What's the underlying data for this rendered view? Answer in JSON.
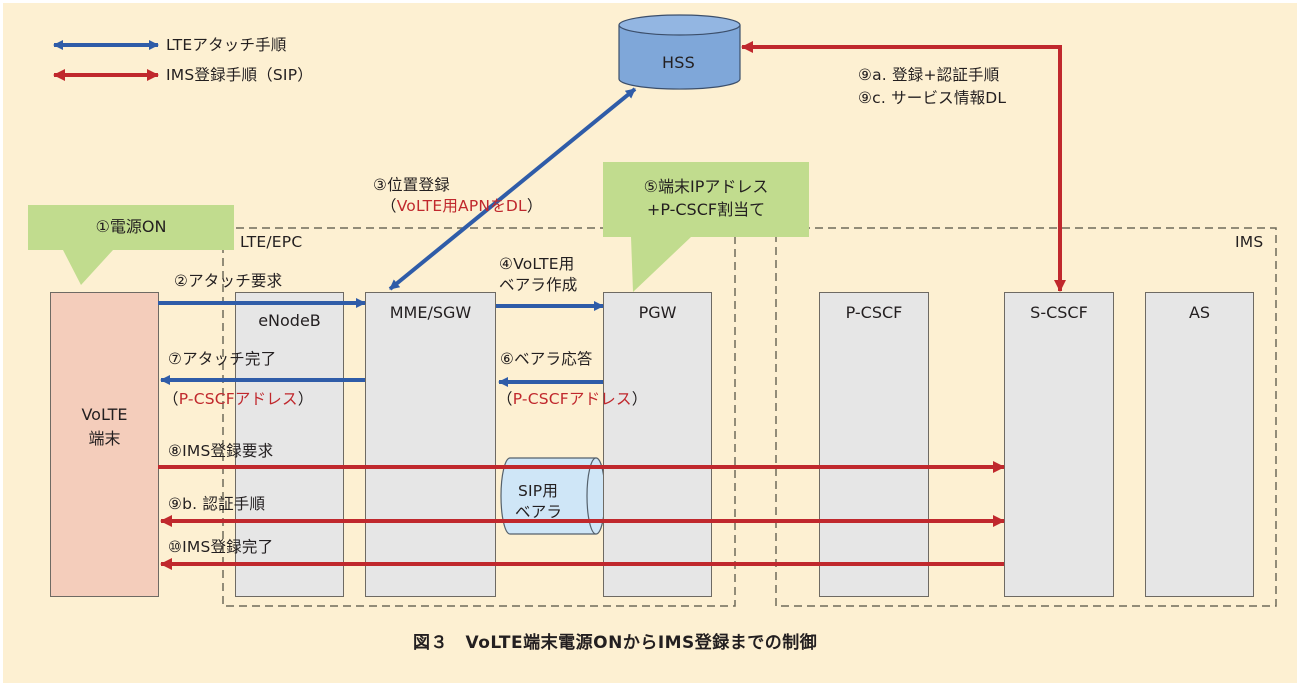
{
  "legend": [
    {
      "label": "LTEアタッチ手順",
      "color": "#2f5ca8"
    },
    {
      "label": "IMS登録手順（SIP）",
      "color": "#c0282d"
    }
  ],
  "colors": {
    "background": "#fdf0d2",
    "lte_arrow": "#2f5ca8",
    "ims_arrow": "#c0282d",
    "callout": "#c1dc8e",
    "node": "#e6e6e6",
    "terminal": "#f4cdbb",
    "hss": "#7fa7d9",
    "sip_bearer": "#cfe6f7"
  },
  "domains": {
    "lte_epc": "LTE/EPC",
    "ims": "IMS"
  },
  "nodes": {
    "hss": "HSS",
    "terminal_line1": "VoLTE",
    "terminal_line2": "端末",
    "enodeb": "eNodeB",
    "mme_sgw": "MME/SGW",
    "pgw": "PGW",
    "p_cscf": "P-CSCF",
    "s_cscf": "S-CSCF",
    "as": "AS",
    "sip_bearer_line1": "SIP用",
    "sip_bearer_line2": "ベアラ"
  },
  "callouts": {
    "step1": "①電源ON",
    "step5_line1": "⑤端末IPアドレス",
    "step5_line2": "+P-CSCF割当て"
  },
  "steps": {
    "step2": "②アタッチ要求",
    "step3_line1": "③位置登録",
    "step3_line2_open": "（",
    "step3_line2_red": "VoLTE用APNをDL",
    "step3_line2_close": "）",
    "step4_line1": "④VoLTE用",
    "step4_line2": "ベアラ作成",
    "step6": "⑥ベアラ応答",
    "step6_sub_open": "（",
    "step6_sub_red": "P-CSCFアドレス",
    "step6_sub_close": "）",
    "step7": "⑦アタッチ完了",
    "step7_sub_open": "（",
    "step7_sub_red": "P-CSCFアドレス",
    "step7_sub_close": "）",
    "step8": "⑧IMS登録要求",
    "step9a": "⑨a. 登録+認証手順",
    "step9b": "⑨b. 認証手順",
    "step9c": "⑨c. サービス情報DL",
    "step10": "⑩IMS登録完了"
  },
  "caption": "図３　VoLTE端末電源ONからIMS登録までの制御"
}
